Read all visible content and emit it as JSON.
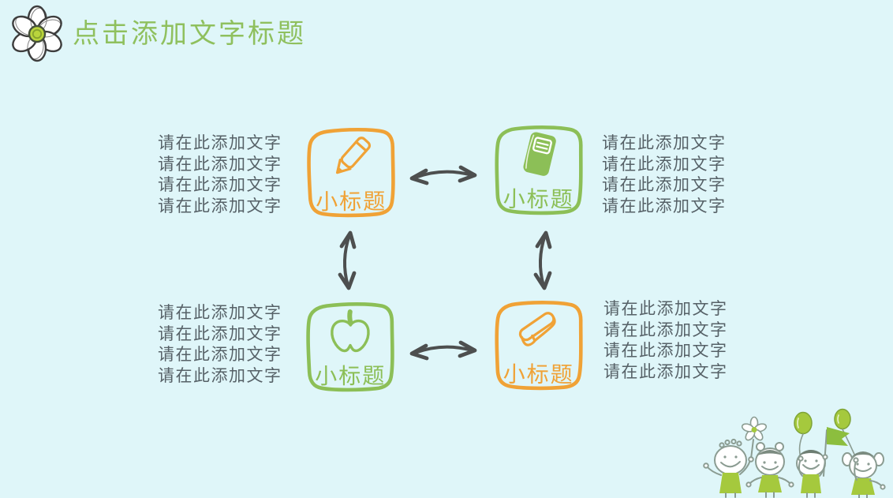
{
  "slide": {
    "title": "点击添加文字标题",
    "background_color": "#dff6f9"
  },
  "colors": {
    "title_green": "#8fc05e",
    "accent_orange": "#f0a236",
    "accent_green": "#8cbf57",
    "arrow_gray": "#4d4f4f",
    "body_text": "#566167",
    "illustration_green": "#a5c93d"
  },
  "boxes": [
    {
      "label": "小标题",
      "icon": "pencil-icon",
      "accent": "orange"
    },
    {
      "label": "小标题",
      "icon": "book-icon",
      "accent": "green"
    },
    {
      "label": "小标题",
      "icon": "apple-icon",
      "accent": "green"
    },
    {
      "label": "小标题",
      "icon": "eraser-icon",
      "accent": "orange"
    }
  ],
  "text_blocks": {
    "top_left": {
      "lines": [
        "请在此添加文字",
        "请在此添加文字",
        "请在此添加文字",
        "请在此添加文字"
      ]
    },
    "top_right": {
      "lines": [
        "请在此添加文字",
        "请在此添加文字",
        "请在此添加文字",
        "请在此添加文字"
      ]
    },
    "bottom_left": {
      "lines": [
        "请在此添加文字",
        "请在此添加文字",
        "请在此添加文字",
        "请在此添加文字"
      ]
    },
    "bottom_right": {
      "lines": [
        "请在此添加文字",
        "请在此添加文字",
        "请在此添加文字",
        "请在此添加文字"
      ]
    }
  }
}
